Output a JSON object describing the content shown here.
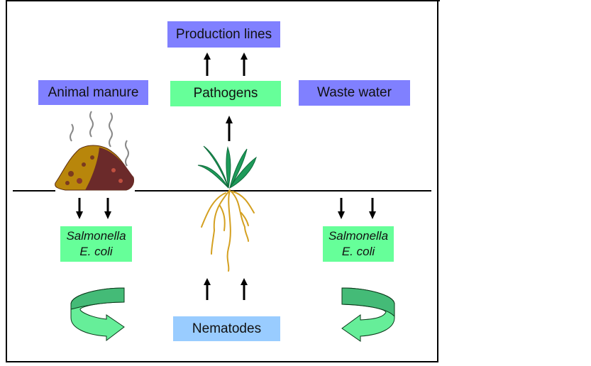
{
  "diagram": {
    "nodes": {
      "production_lines": {
        "label": "Production lines",
        "color": "#8080ff"
      },
      "animal_manure": {
        "label": "Animal manure",
        "color": "#8080ff"
      },
      "pathogens": {
        "label": "Pathogens",
        "color": "#66ff99"
      },
      "waste_water": {
        "label": "Waste water",
        "color": "#8080ff"
      },
      "bacteria_left": {
        "line1": "Salmonella",
        "line2": "E. coli",
        "color": "#66ff99"
      },
      "bacteria_right": {
        "line1": "Salmonella",
        "line2": "E. coli",
        "color": "#66ff99"
      },
      "nematodes": {
        "label": "Nematodes",
        "color": "#99ccff"
      }
    },
    "icons": [
      "manure-pile-icon",
      "plant-with-roots-icon",
      "curved-arrow-right-icon",
      "curved-arrow-left-icon"
    ]
  }
}
